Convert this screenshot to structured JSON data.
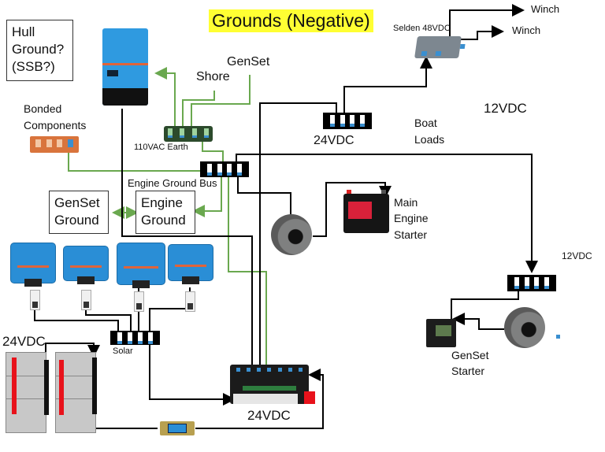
{
  "title": "Grounds (Negative)",
  "boxes": {
    "hull_ground": [
      "Hull",
      "Ground?",
      "(SSB?)"
    ],
    "genset_ground": [
      "GenSet",
      "Ground"
    ],
    "engine_ground": [
      "Engine",
      "Ground"
    ]
  },
  "labels": {
    "genset_source": "GenSet",
    "shore_source": "Shore",
    "bonded_components": [
      "Bonded",
      "Components"
    ],
    "ac_earth_bus": "110VAC Earth",
    "engine_ground_bus": "Engine Ground Bus",
    "bus_24vdc": "24VDC",
    "selden": "Selden 48VDC",
    "winch_1": "Winch",
    "winch_2": "Winch",
    "boat_loads": [
      "Boat",
      "Loads"
    ],
    "system_12vdc": "12VDC",
    "main_engine_starter": [
      "Main",
      "Engine",
      "Starter"
    ],
    "bus_12vdc": "12VDC",
    "genset_starter": [
      "GenSet",
      "Starter"
    ],
    "solar_bus": "Solar",
    "battery_bank": "24VDC",
    "lynx_distributor": "24VDC"
  },
  "colors": {
    "title_highlight": "#ffff33",
    "ac_ground_wire": "#6aa84f",
    "dc_negative_wire": "#000000",
    "victron_blue": "#2a8ed6",
    "positive_strap": "#e8121b",
    "negative_strap": "#111111",
    "bonded_bus": "#d9743c"
  },
  "components": {
    "inverter_charger": "Victron inverter/charger",
    "solar_controllers": 4,
    "battery_cells": 6,
    "shunt": "battery shunt"
  }
}
